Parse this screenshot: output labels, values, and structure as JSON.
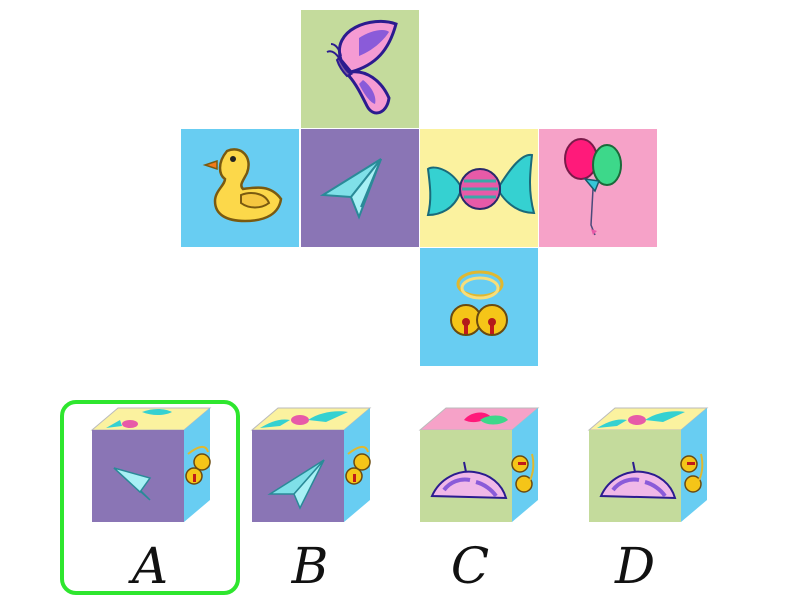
{
  "net": {
    "faces": [
      {
        "id": "top",
        "picture": "butterfly",
        "color": "#c4db9c"
      },
      {
        "id": "left",
        "picture": "duck",
        "color": "#68cdf2"
      },
      {
        "id": "center",
        "picture": "paper-plane",
        "color": "#8a75b5"
      },
      {
        "id": "right",
        "picture": "candy",
        "color": "#fbf29f"
      },
      {
        "id": "far-right",
        "picture": "balloons",
        "color": "#f6a2c8"
      },
      {
        "id": "bottom",
        "picture": "bells",
        "color": "#68cdf2"
      }
    ]
  },
  "options": [
    {
      "label": "A",
      "selected": true,
      "top_face": "candy",
      "front_face": "paper-plane",
      "side_face": "bells"
    },
    {
      "label": "B",
      "selected": false,
      "top_face": "candy",
      "front_face": "paper-plane",
      "side_face": "bells"
    },
    {
      "label": "C",
      "selected": false,
      "top_face": "balloons",
      "front_face": "butterfly",
      "side_face": "bells"
    },
    {
      "label": "D",
      "selected": false,
      "top_face": "candy",
      "front_face": "butterfly",
      "side_face": "bells"
    }
  ],
  "colors": {
    "butterfly_bg": "#c4db9c",
    "sky_blue": "#68cdf2",
    "purple": "#8a75b5",
    "yellow": "#fbf29f",
    "pink": "#f6a2c8",
    "selection": "#2ee62e"
  }
}
